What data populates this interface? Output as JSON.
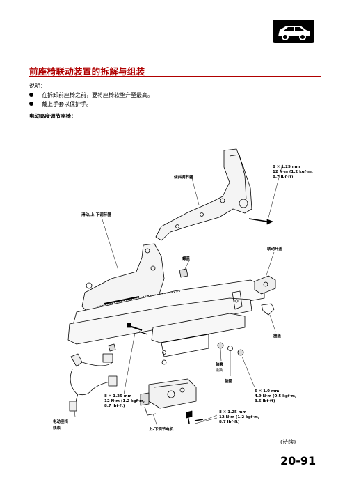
{
  "title": "前座椅联动装置的拆解与组装",
  "notes_label": "说明：",
  "notes": [
    "在拆卸前座椅之前，要将座椅软垫升至最高。",
    "戴上手套以保护手。"
  ],
  "section_heading": "电动高度调节座椅：",
  "callouts": {
    "recline_adjuster": "倾斜调节器",
    "slide_adjuster": "滑动/上-下调节器",
    "nut_cap": "螺盖",
    "link_lift": "联动升盖",
    "spring_retainer": "施盖",
    "bushing": "轴套",
    "bushing_note": "更换",
    "washer": "垫圈",
    "harness": [
      "电动座椅",
      "线束"
    ],
    "motor": "上-下调节电机"
  },
  "specs": {
    "top_right": "8 ✕ 1.25 mm\n12 N·m (1.2 kgf·m,\n8.7 lbf·ft)",
    "mid_right": "6 ✕ 1.0 mm\n4.9 N·m (0.5 kgf·m,\n3.6 lbf·ft)",
    "bottom_left": "8 ✕ 1.25 mm\n12 N·m (1.2 kgf·m,\n8.7 lbf·ft)",
    "bottom_right": "8 ✕ 1.25 mm\n12 N·m (1.2 kgf·m,\n8.7 lbf·ft)"
  },
  "continued": "(待续)",
  "page_number": "20-91"
}
